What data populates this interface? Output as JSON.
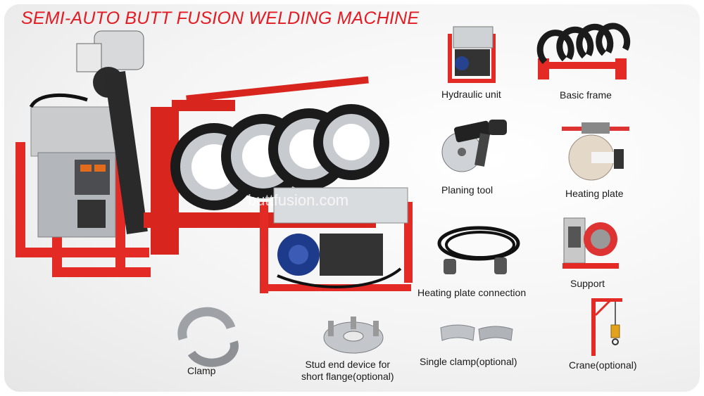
{
  "title": "SEMI-AUTO BUTT FUSION WELDING MACHINE",
  "watermark": "buttfusion.com",
  "colors": {
    "title": "#e31b23",
    "frame": "#e32a24",
    "metal": "#b8bcc2",
    "dark": "#1c1c1c"
  },
  "components": [
    {
      "label": "Hydraulic unit",
      "icon": "hydraulic-unit-image"
    },
    {
      "label": "Basic frame",
      "icon": "basic-frame-image"
    },
    {
      "label": "Planing tool",
      "icon": "planing-tool-image"
    },
    {
      "label": "Heating plate",
      "icon": "heating-plate-image"
    },
    {
      "label": "Heating plate connection",
      "icon": "cable-image"
    },
    {
      "label": "Support",
      "icon": "support-image"
    },
    {
      "label": "Clamp",
      "icon": "clamp-image"
    },
    {
      "label_line1": "Stud end device for",
      "label_line2": "short flange(optional)",
      "icon": "stud-end-device-image"
    },
    {
      "label": "Single clamp(optional)",
      "icon": "single-clamp-image"
    },
    {
      "label": "Crane(optional)",
      "icon": "crane-image"
    }
  ]
}
